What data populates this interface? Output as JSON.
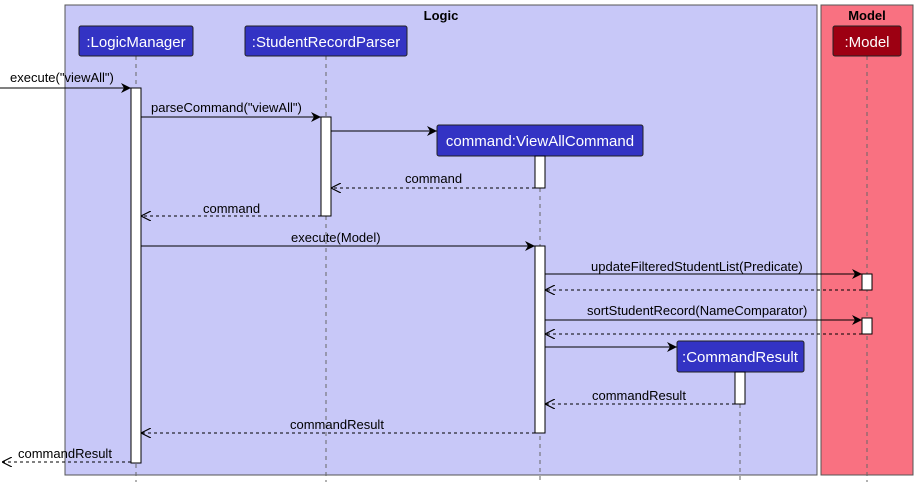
{
  "colors": {
    "logic_box": "#C8C8F8",
    "model_box": "#F97181",
    "logic_participant": "#3333C4",
    "model_participant": "#9D0012",
    "lifeline": "#555555",
    "activation": "#FFFFFF",
    "arrow": "#000000"
  },
  "boxes": {
    "logic": {
      "title": "Logic"
    },
    "model": {
      "title": "Model"
    }
  },
  "participants": {
    "logic_manager": ":LogicManager",
    "parser": ":StudentRecordParser",
    "view_all_command": "command:ViewAllCommand",
    "command_result": ":CommandResult",
    "model": ":Model"
  },
  "messages": {
    "execute_view_all": "execute(\"viewAll\")",
    "parse_command": "parseCommand(\"viewAll\")",
    "command_return_parser": "command",
    "command_return_manager": "command",
    "execute_model": "execute(Model)",
    "update_filtered": "updateFilteredStudentList(Predicate)",
    "sort_student_record": "sortStudentRecord(NameComparator)",
    "command_result_return": "commandResult",
    "command_result_return_manager": "commandResult",
    "command_result_out": "commandResult"
  }
}
